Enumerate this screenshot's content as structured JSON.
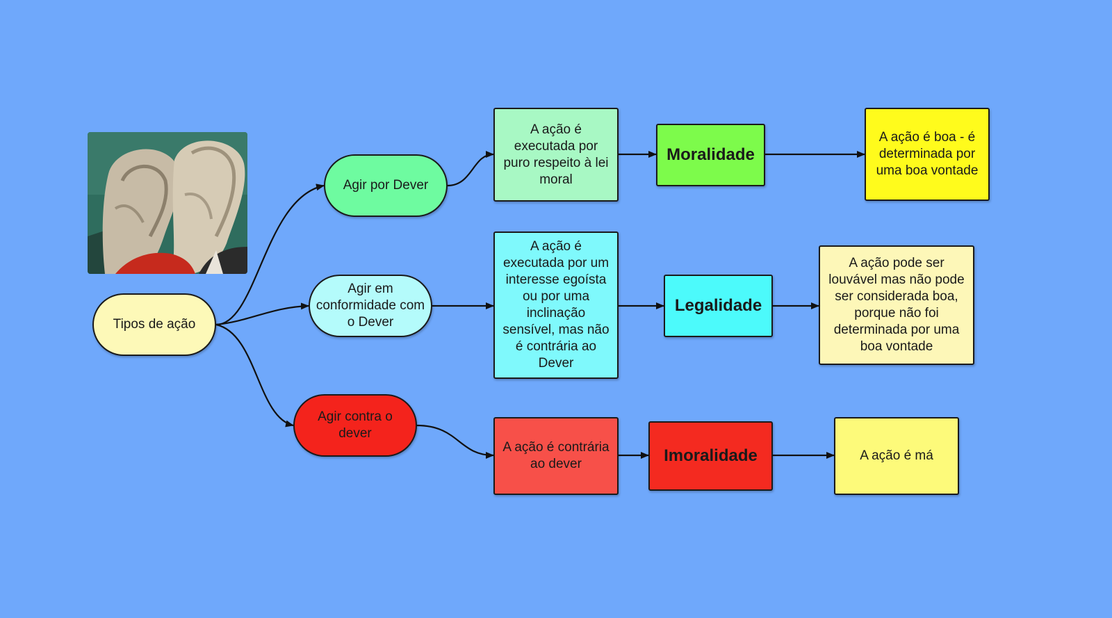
{
  "diagram": {
    "root": {
      "label": "Tipos de ação"
    },
    "branches": [
      {
        "action": "Agir por Dever",
        "description": "A ação é executada por puro respeito à lei moral",
        "category": "Moralidade",
        "result": "A ação é boa - é determinada por uma boa vontade"
      },
      {
        "action": "Agir em conformidade com o Dever",
        "description": "A ação é executada por um interesse egoísta ou por uma inclinação sensível, mas não é contrária ao Dever",
        "category": "Legalidade",
        "result": "A ação pode ser louvável mas não pode ser considerada boa, porque não foi determinada por uma boa vontade"
      },
      {
        "action": "Agir contra o dever",
        "description": "A ação é contrária ao dever",
        "category": "Imoralidade",
        "result": "A ação é má"
      }
    ]
  },
  "colors": {
    "background": "#6fa8fb",
    "root": "#fdf9b8",
    "dever": "#6efba0",
    "conformidade": "#b4fbfb",
    "contra": "#f4231c",
    "moralidade": "#7dfb4b",
    "legalidade": "#4cfafb",
    "imoralidade": "#f42a20"
  },
  "image": {
    "icon": "painting-icon"
  }
}
